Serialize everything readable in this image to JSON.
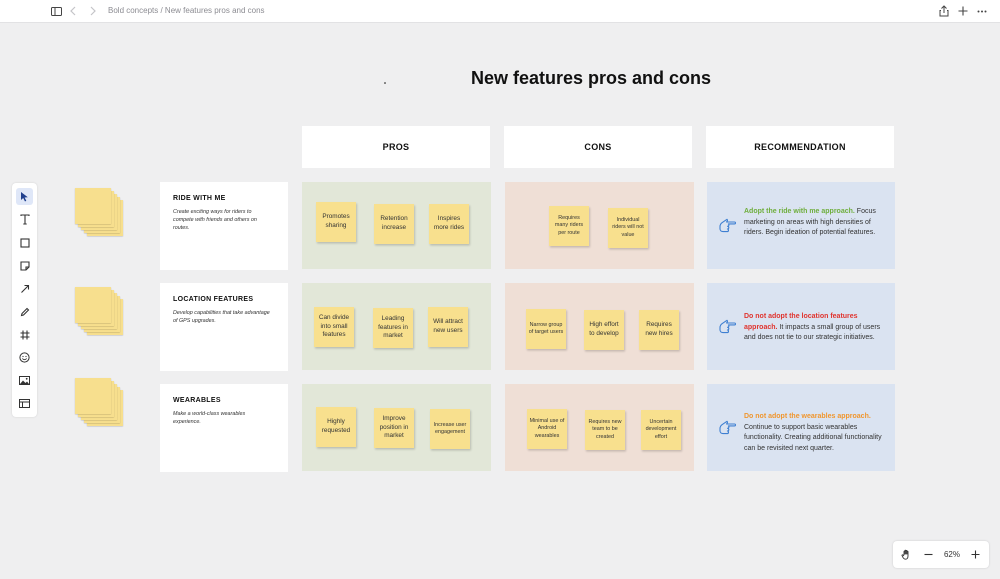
{
  "topbar": {
    "breadcrumb": "Bold concepts / New features pros and cons",
    "icons": [
      "sidebar-toggle-icon",
      "back-chevron-icon",
      "forward-chevron-icon",
      "share-icon",
      "plus-icon",
      "more-icon"
    ]
  },
  "board": {
    "title": "New features pros and cons",
    "columns": {
      "pros": "PROS",
      "cons": "CONS",
      "recommendation": "RECOMMENDATION"
    },
    "rows": [
      {
        "title": "RIDE WITH ME",
        "description": "Create exciting ways for riders to compete with friends and others on routes.",
        "pros": [
          "Promotes sharing",
          "Retention increase",
          "Inspires more rides"
        ],
        "cons": [
          "Requires many riders per route",
          "Individual riders will not value"
        ],
        "rec_highlight": "Adopt the ride with me approach.",
        "rec_text": " Focus marketing on areas with high densities of riders. Begin ideation of potential features."
      },
      {
        "title": "LOCATION FEATURES",
        "description": "Develop capabilities that take advantage of GPS upgrades.",
        "pros": [
          "Can divide into small features",
          "Leading features in market",
          "Will attract new users"
        ],
        "cons": [
          "Narrow group of target users",
          "High effort to develop",
          "Requires new hires"
        ],
        "rec_highlight": "Do not adopt the location features approach.",
        "rec_text": " It impacts a small group of users and does not tie to our strategic initiatives."
      },
      {
        "title": "WEARABLES",
        "description": "Make a world-class wearables experience.",
        "pros": [
          "Highly requested",
          "Improve position in market",
          "Increase user engagement"
        ],
        "cons": [
          "Minimal use of Android wearables",
          "Requires new team to be created",
          "Uncertain development effort"
        ],
        "rec_highlight": "Do not adopt the wearables approach.",
        "rec_text": " Continue to support basic wearables functionality. Creating additional functionality can be revisited next quarter."
      }
    ]
  },
  "colors": {
    "pros_bg": "#e2e7d8",
    "cons_bg": "#efdfd6",
    "rec_bg": "#dae3f1",
    "sticky": "#f8e08e",
    "rec_green": "#6fae3d",
    "rec_red": "#e0342e",
    "rec_orange": "#f0962e",
    "hand_blue": "#3e7fd1"
  },
  "toolbar": {
    "tools": [
      "select-arrow-icon",
      "text-tool-icon",
      "rectangle-tool-icon",
      "sticky-note-icon",
      "line-arrow-icon",
      "pen-tool-icon",
      "frame-tool-icon",
      "emoji-icon",
      "image-icon",
      "table-icon"
    ]
  },
  "zoom": {
    "level": "62%",
    "icons": [
      "hand-pan-icon",
      "zoom-out-icon",
      "zoom-in-icon"
    ]
  }
}
